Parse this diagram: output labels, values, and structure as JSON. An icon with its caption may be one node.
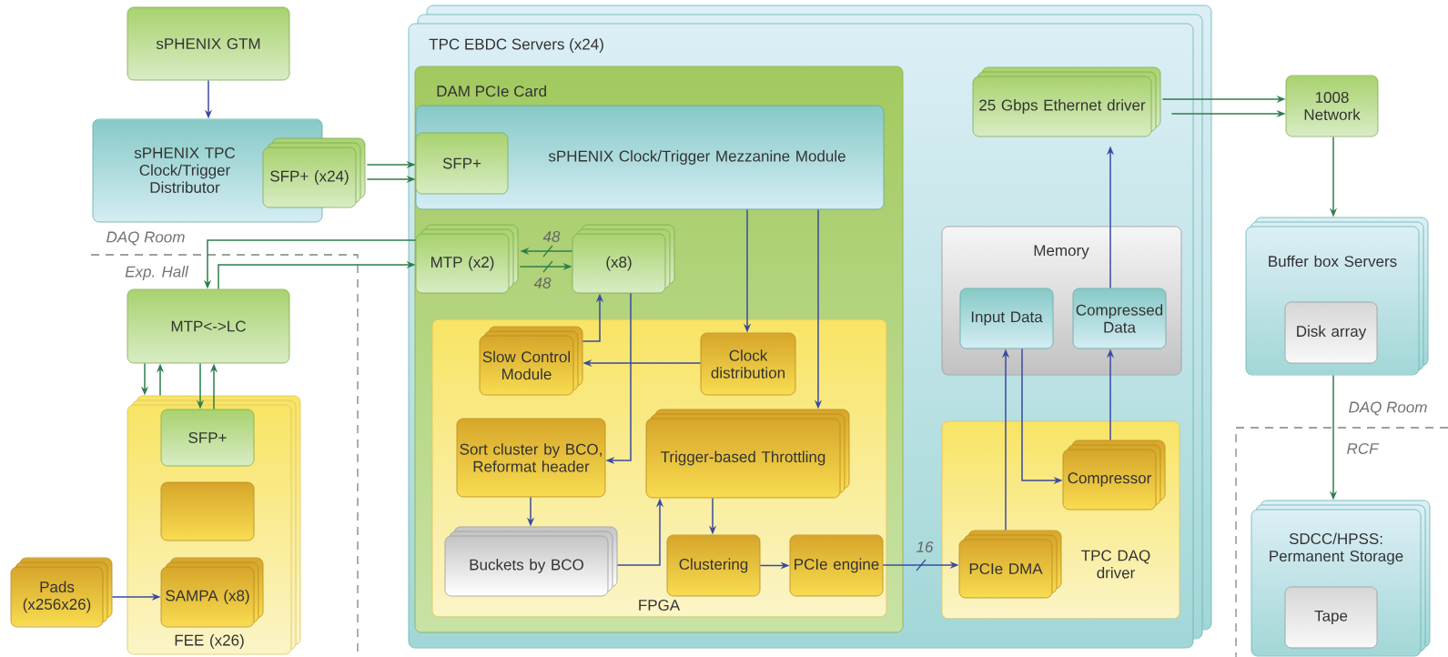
{
  "diagram": {
    "nodes": [
      {
        "text": [
          "sPHENIX GTM"
        ]
      },
      {
        "text": [
          "sPHENIX TPC Clock/Trigger Distributor"
        ]
      },
      {
        "text": [
          "SFP+ (x24)"
        ]
      },
      {
        "text": [
          "MTP<->LC"
        ]
      },
      {
        "text": [
          "FEE (x26)"
        ]
      },
      {
        "text": [
          "SFP+"
        ],
        "in": 4
      },
      {
        "text": [],
        "shape": "box",
        "in": 4
      },
      {
        "text": [
          "SAMPA (x8)"
        ],
        "in": 4
      },
      {
        "text": [
          "Pads (x256x26)"
        ]
      },
      {
        "text": [
          "TPC EBDC Servers (x24)"
        ]
      },
      {
        "text": [
          "DAM PCIe Card"
        ],
        "in": 9
      },
      {
        "text": [
          "sPHENIX Clock/Trigger Mezzanine Module"
        ],
        "in": 10
      },
      {
        "text": [
          "SFP+"
        ],
        "in": 11
      },
      {
        "text": [
          "MTP (x2)"
        ],
        "in": 10
      },
      {
        "text": [
          "(x8)"
        ],
        "in": 10
      },
      {
        "text": [
          "FPGA"
        ],
        "in": 10
      },
      {
        "text": [
          "Slow Control Module"
        ],
        "in": 15
      },
      {
        "text": [
          "Clock distribution"
        ],
        "in": 15
      },
      {
        "text": [
          "Sort cluster by BCO, Reformat header"
        ],
        "in": 15
      },
      {
        "text": [
          "Trigger-based Throttling"
        ],
        "in": 15
      },
      {
        "text": [
          "Buckets by BCO"
        ],
        "in": 15
      },
      {
        "text": [
          "Clustering"
        ],
        "in": 15
      },
      {
        "text": [
          "PCIe engine"
        ],
        "in": 15
      },
      {
        "text": [
          "25 Gbps Ethernet driver"
        ],
        "in": 9
      },
      {
        "text": [
          "Memory"
        ],
        "in": 9
      },
      {
        "text": [
          "Input Data"
        ],
        "in": 24
      },
      {
        "text": [
          "Compressed Data"
        ],
        "in": 24
      },
      {
        "text": [
          "TPC DAQ driver"
        ],
        "in": 9
      },
      {
        "text": [
          "Compressor"
        ],
        "in": 27
      },
      {
        "text": [
          "PCIe DMA"
        ],
        "in": 27
      },
      {
        "text": [
          "1008 Network"
        ]
      },
      {
        "text": [
          "Buffer box Servers"
        ]
      },
      {
        "text": [
          "Disk array"
        ],
        "in": 31
      },
      {
        "text": [
          "SDCC/HPSS: Permanent Storage"
        ]
      },
      {
        "text": [
          "Tape"
        ],
        "in": 33
      }
    ],
    "edges": [
      {
        "from": 0,
        "to": 1,
        "arrow": "to"
      },
      {
        "from": 2,
        "to": 12,
        "arrow": "to",
        "color": "#2e7d4a"
      },
      {
        "from": 2,
        "to": 12,
        "arrow": "to",
        "color": "#2e7d4a"
      },
      {
        "from": 13,
        "to": 3,
        "arrow": "to",
        "color": "#2e7d4a"
      },
      {
        "from": 3,
        "to": 13,
        "arrow": "to",
        "color": "#2e7d4a"
      },
      {
        "from": 14,
        "to": 13,
        "arrow": "to",
        "label": "48",
        "color": "#2e7d4a"
      },
      {
        "from": 13,
        "to": 14,
        "arrow": "to",
        "label": "48",
        "color": "#2e7d4a"
      },
      {
        "from": 3,
        "to": 4,
        "arrow": "to",
        "color": "#2e7d4a"
      },
      {
        "from": 4,
        "to": 3,
        "arrow": "to",
        "color": "#2e7d4a"
      },
      {
        "from": 3,
        "to": 5,
        "arrow": "to",
        "color": "#2e7d4a"
      },
      {
        "from": 5,
        "to": 3,
        "arrow": "to",
        "color": "#2e7d4a"
      },
      {
        "from": 8,
        "to": 7,
        "arrow": "to"
      },
      {
        "from": 11,
        "to": 17,
        "arrow": "to"
      },
      {
        "from": 11,
        "to": 19,
        "arrow": "to"
      },
      {
        "from": 16,
        "to": 14,
        "arrow": "to"
      },
      {
        "from": 17,
        "to": 16,
        "arrow": "to"
      },
      {
        "from": 14,
        "to": 18,
        "arrow": "to"
      },
      {
        "from": 18,
        "to": 20,
        "arrow": "to"
      },
      {
        "from": 20,
        "to": 19,
        "arrow": "to"
      },
      {
        "from": 19,
        "to": 21,
        "arrow": "to"
      },
      {
        "from": 21,
        "to": 22,
        "arrow": "to"
      },
      {
        "from": 22,
        "to": 29,
        "arrow": "to",
        "label": "16"
      },
      {
        "from": 29,
        "to": 25,
        "arrow": "to"
      },
      {
        "from": 25,
        "to": 28,
        "arrow": "to"
      },
      {
        "from": 28,
        "to": 26,
        "arrow": "to"
      },
      {
        "from": 26,
        "to": 23,
        "arrow": "to"
      },
      {
        "from": 23,
        "to": 30,
        "arrow": "to",
        "color": "#2e7d4a"
      },
      {
        "from": 23,
        "to": 30,
        "arrow": "to",
        "color": "#2e7d4a"
      },
      {
        "from": 30,
        "to": 31,
        "arrow": "to",
        "color": "#2e7d4a"
      },
      {
        "from": 31,
        "to": 33,
        "arrow": "to",
        "color": "#2e7d4a"
      }
    ],
    "labels": [
      "DAQ Room",
      "Exp. Hall",
      "DAQ Room",
      "RCF"
    ]
  }
}
